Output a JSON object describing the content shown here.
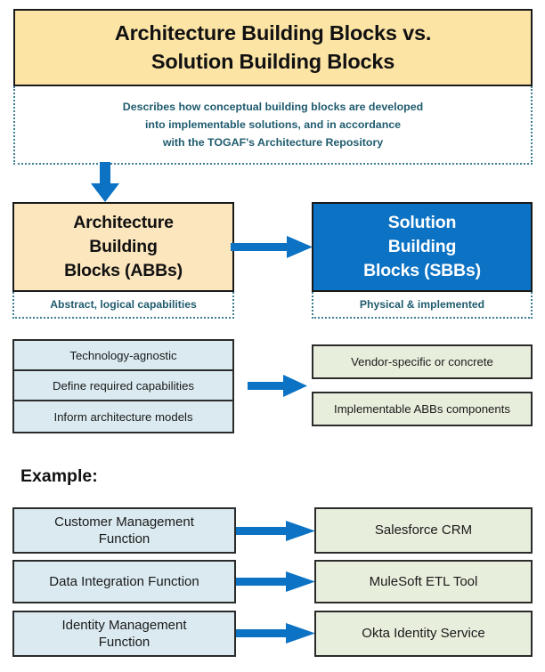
{
  "title": {
    "line1": "Architecture Building Blocks vs.",
    "line2": "Solution Building Blocks"
  },
  "subtitle": {
    "line1": "Describes how conceptual building blocks are developed",
    "line2": "into implementable solutions, and in accordance",
    "line3": "with the TOGAF's Architecture Repository"
  },
  "blocks": {
    "abb": {
      "line1": "Architecture",
      "line2": "Building",
      "line3": "Blocks (ABBs)",
      "caption": "Abstract, logical capabilities"
    },
    "sbb": {
      "line1": "Solution",
      "line2": "Building",
      "line3": "Blocks (SBBs)",
      "caption": "Physical & implemented"
    }
  },
  "abb_attributes": [
    "Technology-agnostic",
    "Define required capabilities",
    "Inform architecture models"
  ],
  "sbb_attributes": [
    "Vendor-specific or concrete",
    "Implementable ABBs components"
  ],
  "example": {
    "label": "Example:",
    "rows": [
      {
        "abb_line1": "Customer Management",
        "abb_line2": "Function",
        "sbb": "Salesforce CRM"
      },
      {
        "abb_line1": "Data Integration Function",
        "abb_line2": "",
        "sbb": "MuleSoft ETL Tool"
      },
      {
        "abb_line1": "Identity Management",
        "abb_line2": "Function",
        "sbb": "Okta Identity Service"
      }
    ]
  },
  "icons": {
    "arrow_down": "arrow-down-icon",
    "arrow_right": "arrow-right-icon"
  },
  "colors": {
    "title_fill": "#fce4a5",
    "abb_fill": "#fbe6bd",
    "sbb_fill": "#0b72c4",
    "attr_fill": "#daeaf0",
    "green_fill": "#e8eedc",
    "arrow_blue": "#0b72c4",
    "caption_text": "#1f5b6e",
    "outline": "#1a1a1a"
  }
}
